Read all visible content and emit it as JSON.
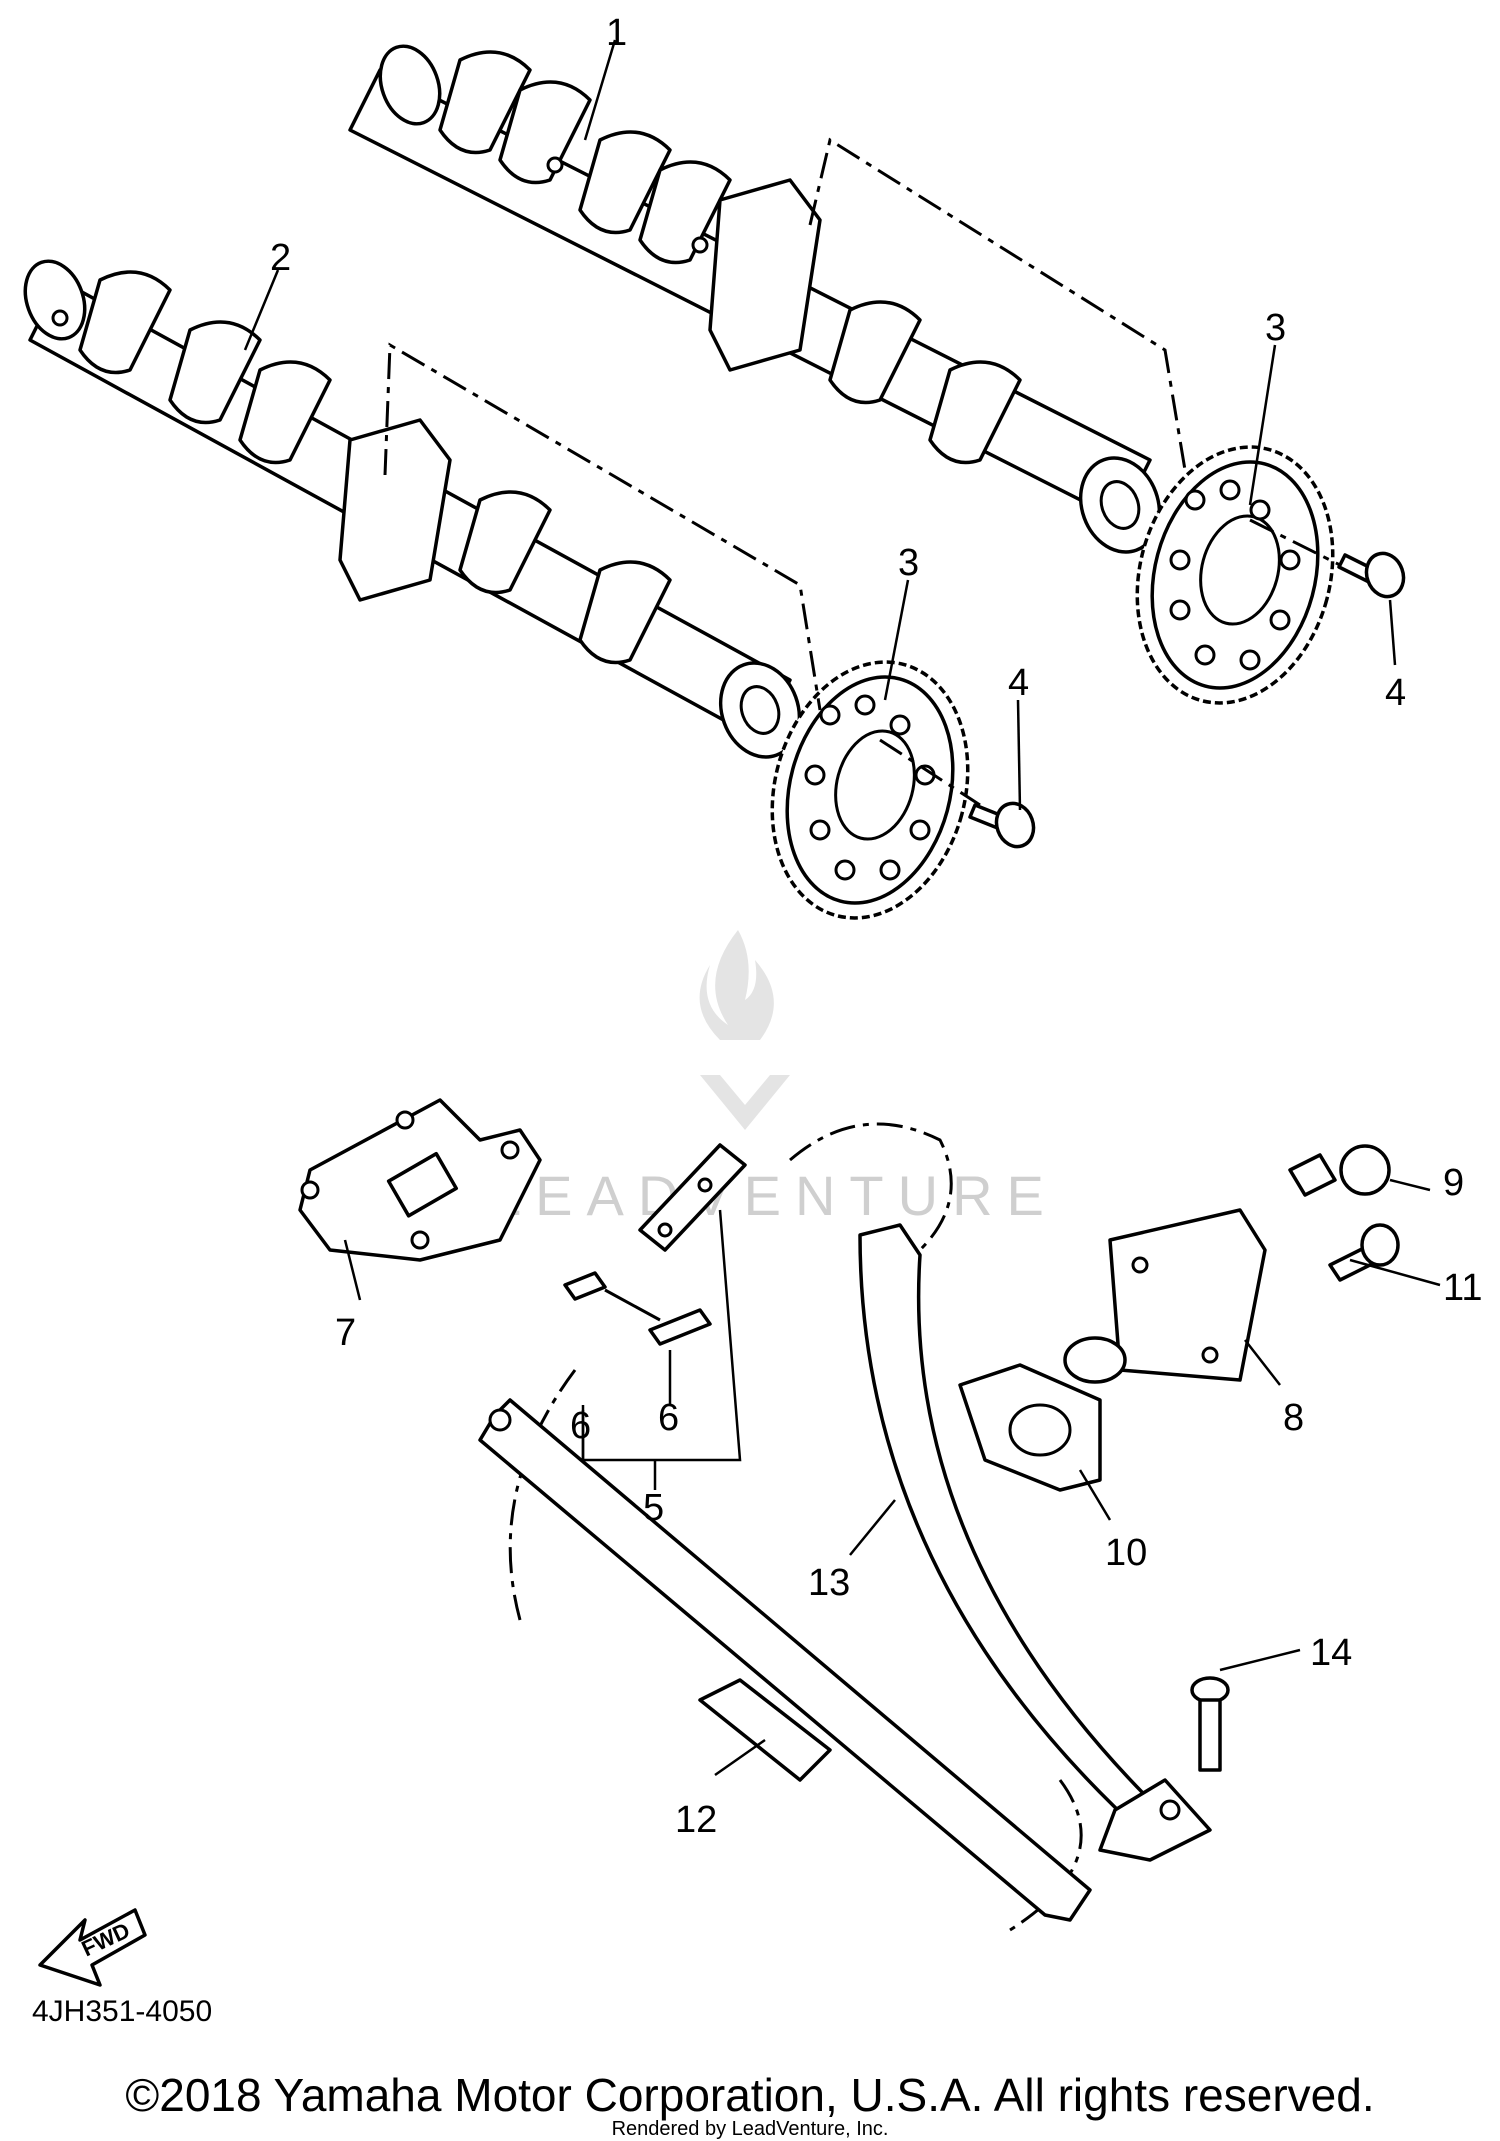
{
  "diagram": {
    "reference_code": "4JH351-4050",
    "copyright": "©2018 Yamaha Motor Corporation, U.S.A. All rights reserved.",
    "rendered_by": "Rendered by LeadVenture, Inc.",
    "watermark": "LEADVENTURE",
    "fwd_label": "FWD",
    "callouts": [
      "1",
      "2",
      "3",
      "3",
      "4",
      "4",
      "5",
      "6",
      "6",
      "7",
      "8",
      "9",
      "10",
      "11",
      "12",
      "13",
      "14"
    ]
  }
}
